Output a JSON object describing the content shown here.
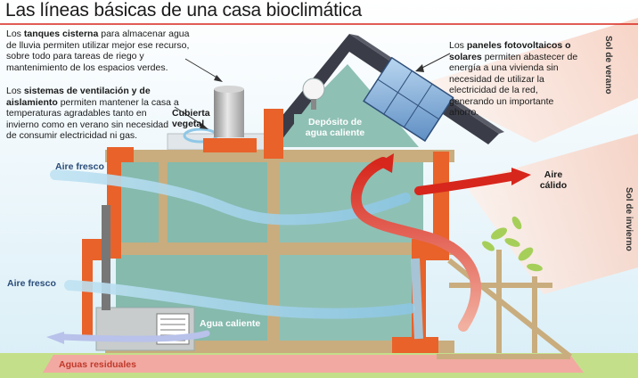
{
  "title": "Las líneas básicas de una casa bioclimática",
  "notes": {
    "tanques": {
      "pre": "Los ",
      "bold": "tanques cisterna",
      "post": " para almacenar agua de lluvia permiten utilizar mejor ese recurso, sobre todo para tareas de riego y mantenimiento de los espacios verdes."
    },
    "ventilacion": {
      "pre": "Los ",
      "bold": "sistemas de ventilación y de aislamiento",
      "post": " permiten mantener la casa a temperaturas agradables tanto en invierno como en verano sin necesidad de consumir electricidad ni gas."
    },
    "paneles": {
      "pre": "Los ",
      "bold": "paneles fotovoltaicos o solares",
      "post": " permiten abastecer de energía a una vivienda sin necesidad de utilizar la electricidad de la red, generando un importante ahorro."
    }
  },
  "labels": {
    "cubierta": "Cubierta vegetal",
    "deposito": "Depósito de agua caliente",
    "aire_fresco_1": "Aire fresco",
    "aire_fresco_2": "Aire fresco",
    "aire_calido": "Aire cálido",
    "agua_caliente": "Agua caliente",
    "aguas_residuales": "Aguas residuales",
    "sol_verano": "Sol de verano",
    "sol_invierno": "Sol de invierno"
  },
  "colors": {
    "wall": "#e8622a",
    "interior": "#8fc0b4",
    "floor": "#c9ad7e",
    "roof": "#3a3d48",
    "sun_ray": "#f6d8cc",
    "air_cool": "#9ecfe8",
    "air_warm": "#d7261c",
    "ground": "#f2a9a2",
    "grass": "#c4df8a"
  }
}
